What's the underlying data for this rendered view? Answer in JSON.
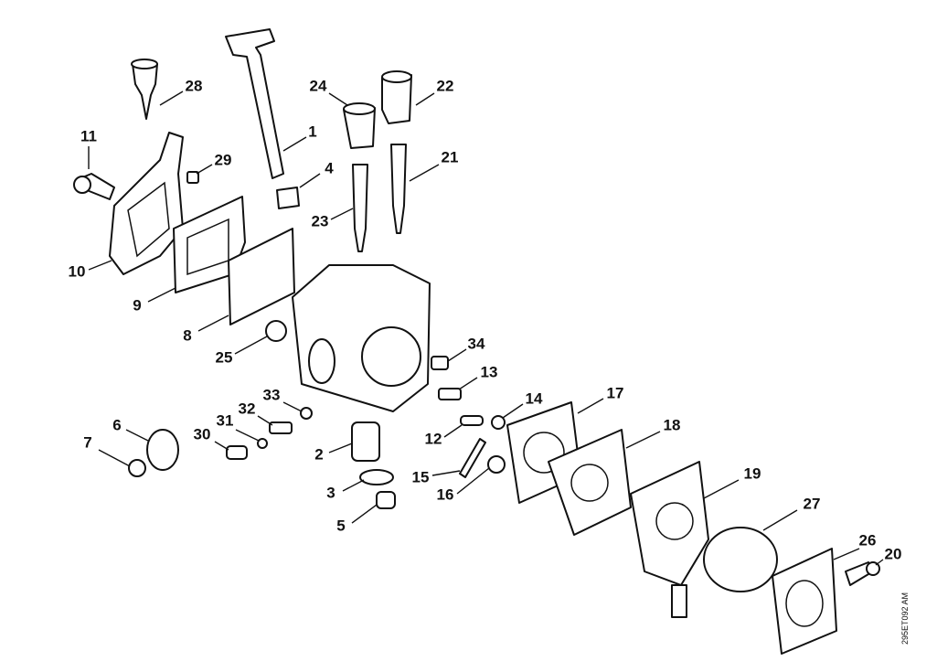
{
  "diagram": {
    "title_code": "295ET092 AM",
    "callouts": [
      "28",
      "1",
      "24",
      "22",
      "11",
      "29",
      "4",
      "21",
      "23",
      "10",
      "9",
      "8",
      "25",
      "34",
      "13",
      "14",
      "17",
      "6",
      "33",
      "32",
      "31",
      "30",
      "12",
      "18",
      "7",
      "2",
      "15",
      "16",
      "19",
      "3",
      "27",
      "5",
      "26",
      "20"
    ]
  }
}
